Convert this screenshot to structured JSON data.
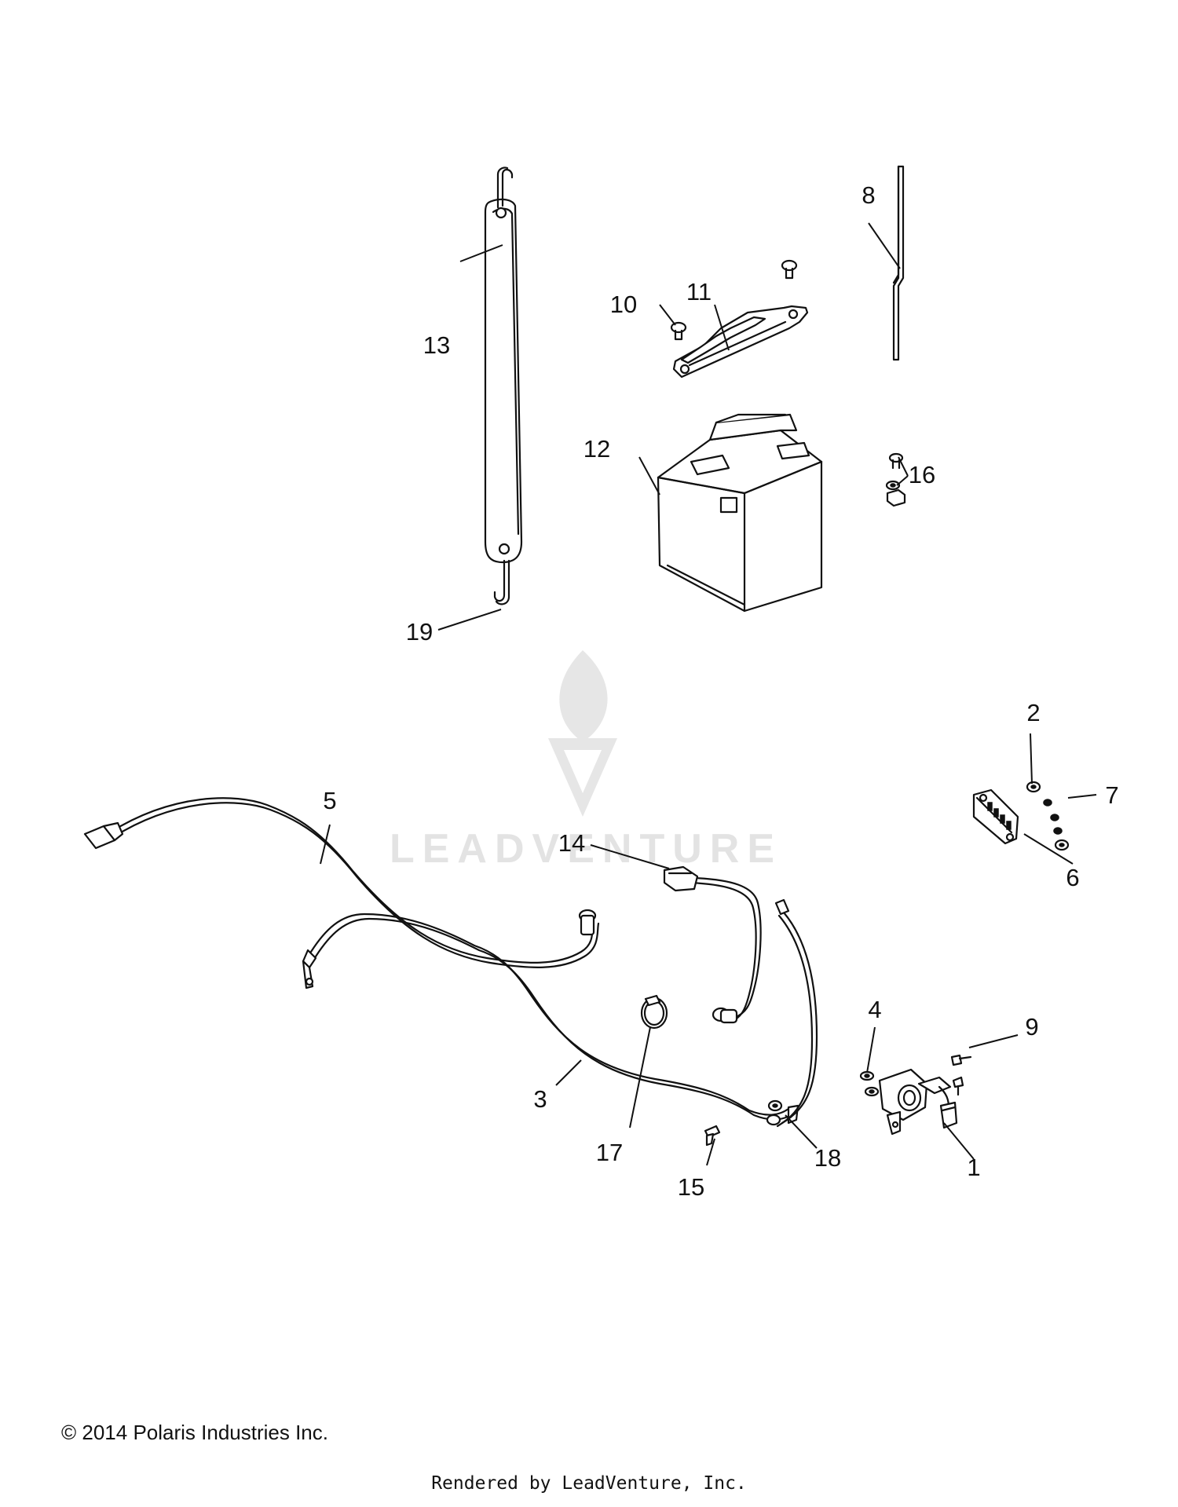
{
  "watermark": {
    "text": "LEADVENTURE"
  },
  "callouts": {
    "c1": "1",
    "c2": "2",
    "c3": "3",
    "c4": "4",
    "c5": "5",
    "c6": "6",
    "c7": "7",
    "c8": "8",
    "c9": "9",
    "c10": "10",
    "c11": "11",
    "c12": "12",
    "c13": "13",
    "c14": "14",
    "c15": "15",
    "c16": "16",
    "c17": "17",
    "c18": "18",
    "c19": "19"
  },
  "footer": {
    "copyright": "© 2014 Polaris Industries Inc.",
    "rendered_by": "Rendered by LeadVenture, Inc."
  }
}
